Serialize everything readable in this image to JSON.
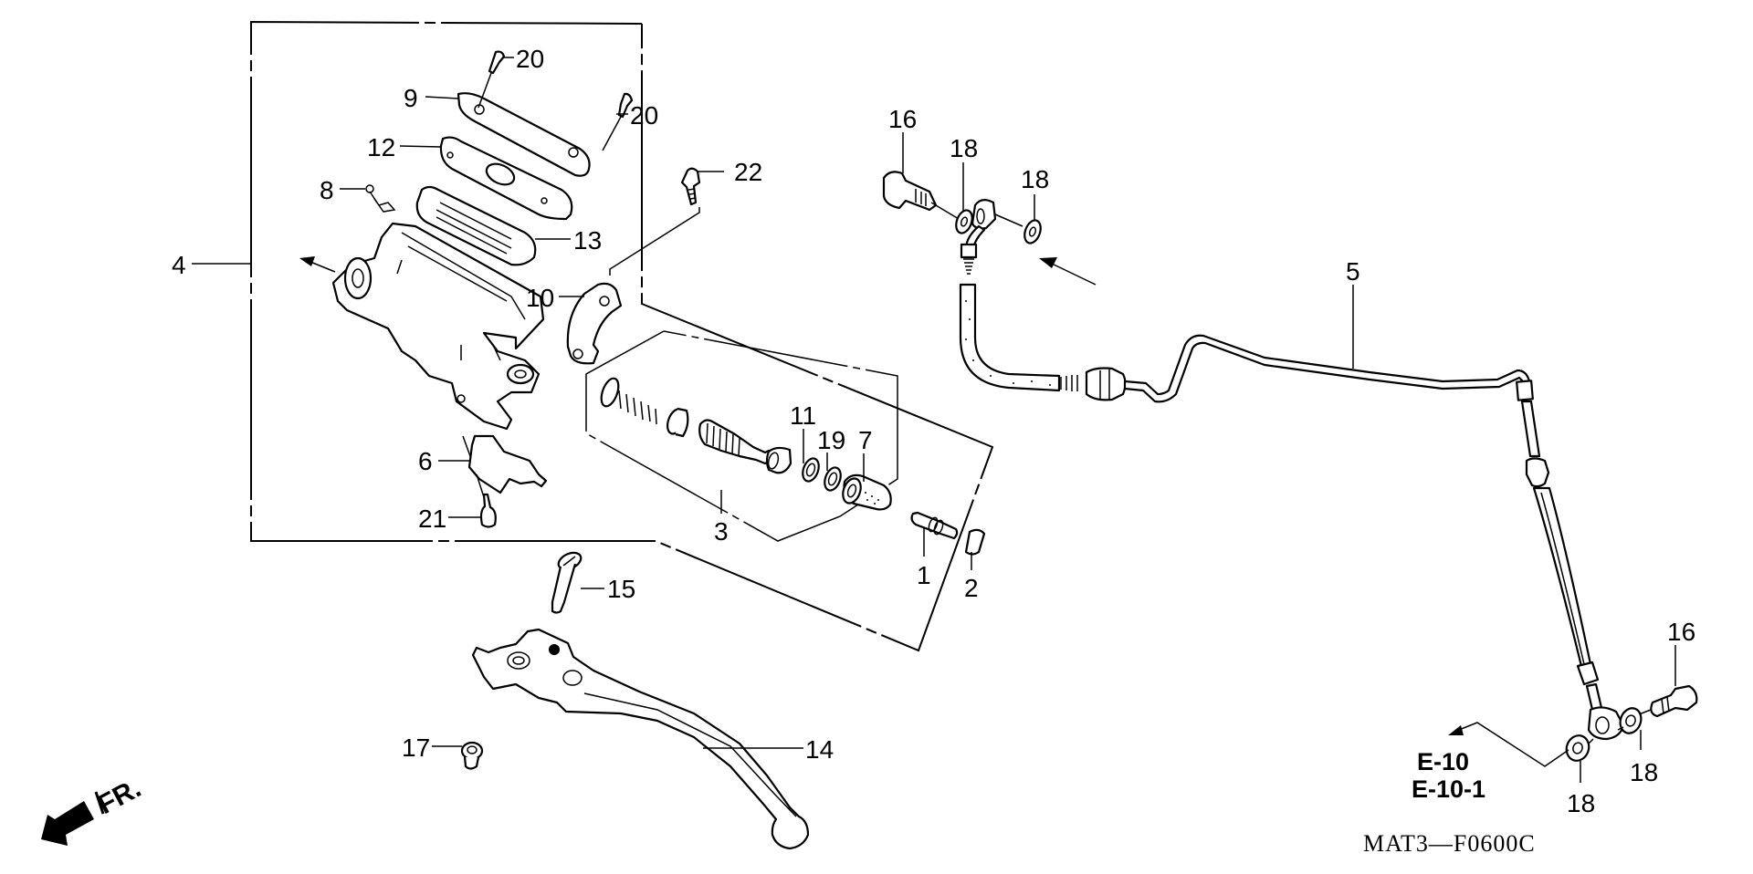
{
  "diagram": {
    "code": "MAT3—F0600C",
    "front_indicator": "FR.",
    "references": [
      "E-10",
      "E-10-1"
    ],
    "callouts": {
      "c1": "1",
      "c2": "2",
      "c3": "3",
      "c4": "4",
      "c5": "5",
      "c6": "6",
      "c7": "7",
      "c8": "8",
      "c9": "9",
      "c10": "10",
      "c11": "11",
      "c12": "12",
      "c13": "13",
      "c14": "14",
      "c15": "15",
      "c16a": "16",
      "c16b": "16",
      "c17": "17",
      "c18a": "18",
      "c18b": "18",
      "c18c": "18",
      "c18d": "18",
      "c19": "19",
      "c20a": "20",
      "c20b": "20",
      "c21": "21",
      "c22": "22"
    },
    "parts": [
      {
        "ref": "4",
        "name": "master-cylinder-assembly"
      },
      {
        "ref": "9",
        "name": "reservoir-cap"
      },
      {
        "ref": "12",
        "name": "diaphragm-plate"
      },
      {
        "ref": "13",
        "name": "diaphragm"
      },
      {
        "ref": "8",
        "name": "clip"
      },
      {
        "ref": "20",
        "name": "screw"
      },
      {
        "ref": "22",
        "name": "bolt"
      },
      {
        "ref": "10",
        "name": "holder"
      },
      {
        "ref": "6",
        "name": "switch"
      },
      {
        "ref": "21",
        "name": "screw"
      },
      {
        "ref": "3",
        "name": "piston-set"
      },
      {
        "ref": "11",
        "name": "circlip"
      },
      {
        "ref": "19",
        "name": "washer"
      },
      {
        "ref": "7",
        "name": "boot"
      },
      {
        "ref": "1",
        "name": "pin"
      },
      {
        "ref": "2",
        "name": "cap"
      },
      {
        "ref": "15",
        "name": "pivot-bolt"
      },
      {
        "ref": "14",
        "name": "lever"
      },
      {
        "ref": "17",
        "name": "nut"
      },
      {
        "ref": "5",
        "name": "hose"
      },
      {
        "ref": "16",
        "name": "oil-bolt"
      },
      {
        "ref": "18",
        "name": "sealing-washer"
      }
    ]
  }
}
